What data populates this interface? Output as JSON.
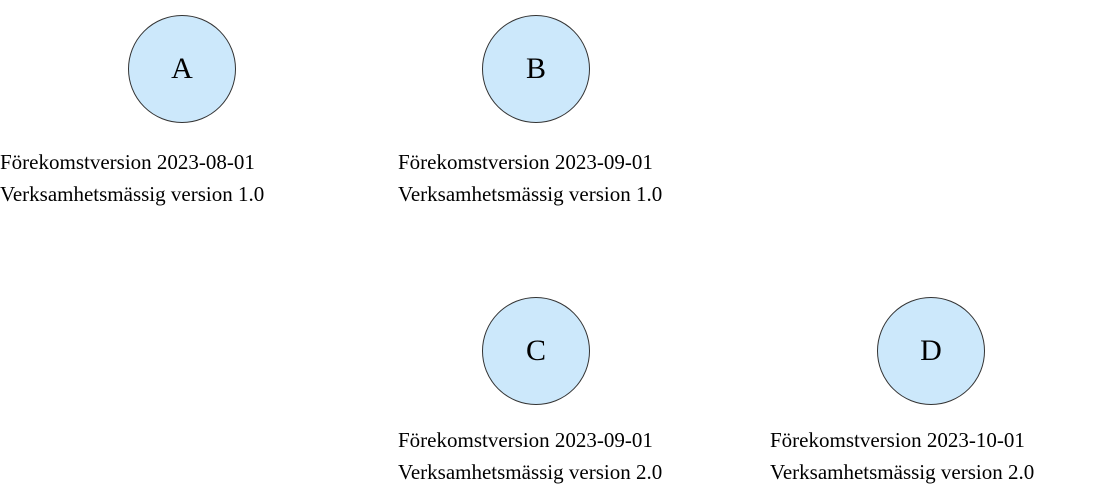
{
  "colors": {
    "node_fill": "#cce8fb",
    "node_stroke": "#333333",
    "text": "#000000"
  },
  "nodes": [
    {
      "label": "A",
      "instance_version": "Förekomstversion 2023-08-01",
      "business_version": "Verksamhetsmässig version 1.0"
    },
    {
      "label": "B",
      "instance_version": "Förekomstversion 2023-09-01",
      "business_version": "Verksamhetsmässig version 1.0"
    },
    {
      "label": "C",
      "instance_version": "Förekomstversion 2023-09-01",
      "business_version": "Verksamhetsmässig version 2.0"
    },
    {
      "label": "D",
      "instance_version": "Förekomstversion 2023-10-01",
      "business_version": "Verksamhetsmässig version 2.0"
    }
  ]
}
